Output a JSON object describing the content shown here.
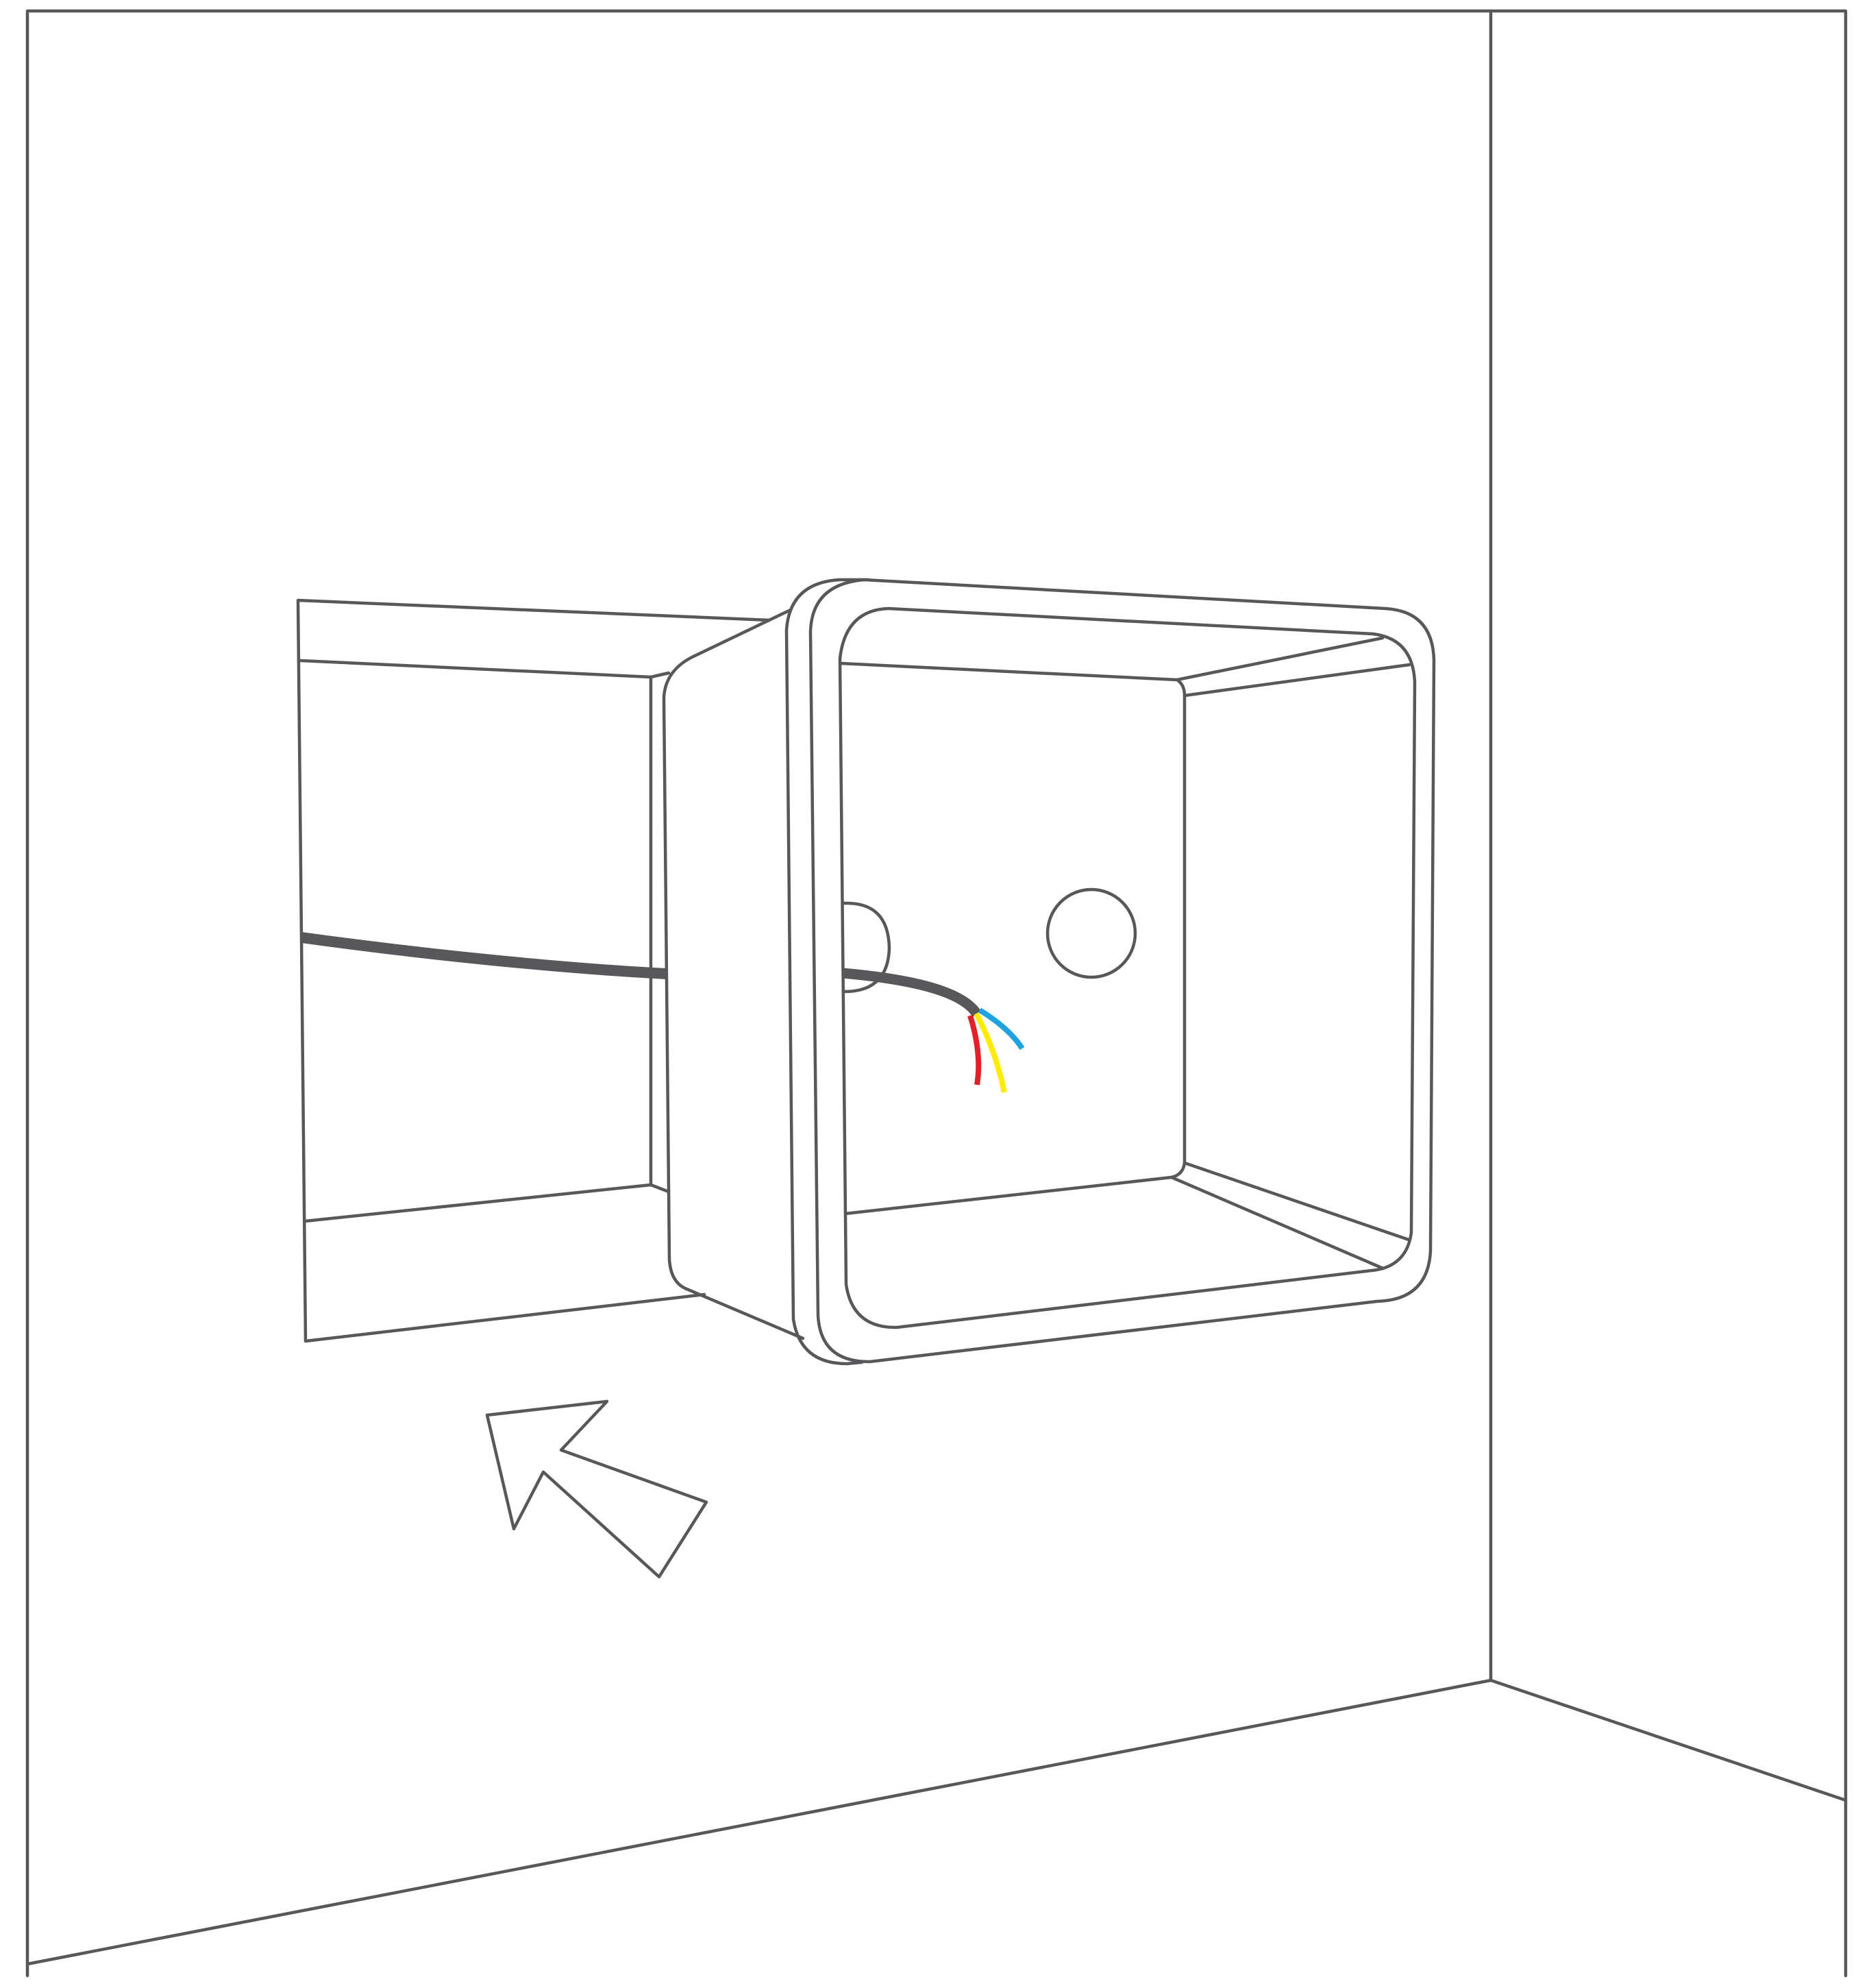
{
  "colors": {
    "background": "#ffffff",
    "line": "#58585a",
    "cable": "#58585a",
    "wire_red": "#e3202a",
    "wire_yellow": "#ffec00",
    "wire_blue": "#1ea3e0"
  },
  "icons": {
    "direction_arrow": "arrow-up-left-outline-icon",
    "mounting_hole": "circle-outline-icon"
  },
  "cable": {
    "conductors": [
      {
        "color": "red"
      },
      {
        "color": "yellow"
      },
      {
        "color": "blue"
      }
    ]
  }
}
